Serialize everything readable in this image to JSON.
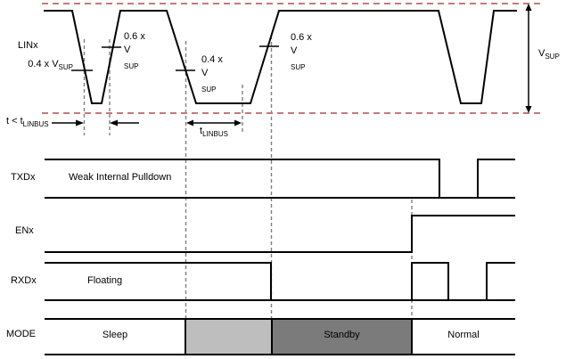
{
  "rows": {
    "lin": {
      "label": "LINx"
    },
    "txd": {
      "label": "TXDx",
      "state": "Weak Internal Pulldown"
    },
    "en": {
      "label": "ENx"
    },
    "rxd": {
      "label": "RXDx",
      "state": "Floating"
    },
    "mode": {
      "label": "MODE",
      "states": {
        "sleep": "Sleep",
        "standby": "Standby",
        "normal": "Normal"
      }
    }
  },
  "annotations": {
    "th_fall1": {
      "base": "0.4 x V",
      "sub": "SUP"
    },
    "th_rise1": {
      "line1": "0.6 x",
      "base2": "V",
      "sub2": "SUP"
    },
    "th_fall2": {
      "line1": "0.4 x",
      "base2": "V",
      "sub2": "SUP"
    },
    "th_rise2": {
      "line1": "0.6 x",
      "base2": "V",
      "sub2": "SUP"
    },
    "vsup_axis": {
      "base": "V",
      "sub": "SUP"
    }
  },
  "timings": {
    "t_short": {
      "base": "t < t",
      "sub": "LINBUS"
    },
    "t_linbus": {
      "base": "t",
      "sub": "LINBUS"
    }
  },
  "colors": {
    "ref_line": "#c47a7a",
    "dashed_guide": "#7f7f7f",
    "signal_line": "#000000",
    "mode_wakeup_fill": "#bebebe",
    "mode_standby_fill": "#7b7b7b",
    "bg": "#ffffff"
  }
}
